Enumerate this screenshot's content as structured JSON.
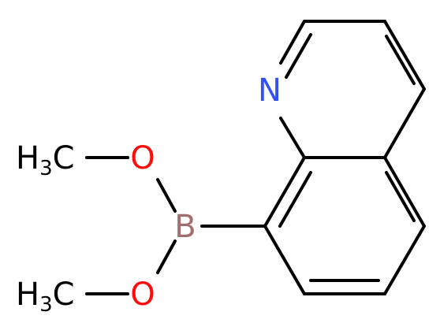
{
  "molecule": {
    "atoms": {
      "nitrogen": {
        "label": "N",
        "color": "#3050f8"
      },
      "boron": {
        "label": "B",
        "color": "#a0706e"
      },
      "oxygen_top": {
        "label": "O",
        "color": "#ff0d0d"
      },
      "oxygen_bottom": {
        "label": "O",
        "color": "#ff0d0d"
      },
      "methyl_top": {
        "main": "H",
        "subscript": "3",
        "tail": "C",
        "color": "#000000"
      },
      "methyl_bottom": {
        "main": "H",
        "subscript": "3",
        "tail": "C",
        "color": "#000000"
      }
    },
    "bond_color": "#000000"
  }
}
